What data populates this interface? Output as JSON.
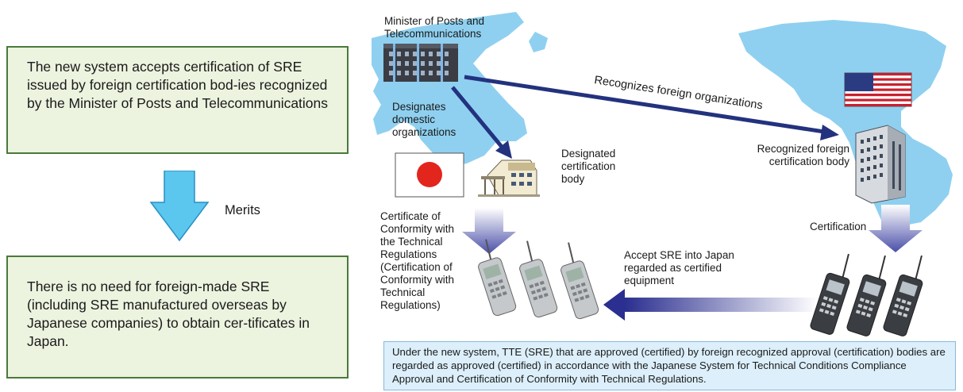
{
  "left": {
    "box_top_text": "The new system accepts certification of SRE issued by foreign certification bod-ies recognized by the Minister of Posts and Telecommunications",
    "merits_label": "Merits",
    "box_bottom_text": "There is no need for foreign-made SRE (including SRE manufactured overseas by Japanese companies) to obtain cer-tificates in Japan."
  },
  "diagram": {
    "minister_label": "Minister of Posts and Telecommunications",
    "recognizes_label": "Recognizes foreign organizations",
    "designates_label": "Designates domestic organizations",
    "designated_body_label": "Designated certification body",
    "recognized_body_label": "Recognized foreign certification body",
    "certificate_label": "Certificate of Conformity with the Technical Regulations (Certification of Conformity with Technical Regulations)",
    "certification_label": "Certification",
    "accept_label": "Accept SRE into Japan regarded as certified equipment",
    "note": "Under the new system, TTE (SRE) that are approved (certified) by foreign recognized approval (certification) bodies are regarded as approved (certified) in accordance with the Japanese System for Technical Conditions Compliance Approval and Certification of Conformity with Technical Regulations."
  },
  "colors": {
    "green_box_fill": "#ecf3df",
    "green_box_border": "#4a7a3a",
    "map_blue": "#8fd0f0",
    "arrow_navy": "#23327e",
    "down_arrow_fill": "#5bc6ee",
    "note_fill": "#dceffa"
  },
  "icons": [
    "ministry-building-icon",
    "japan-flag-icon",
    "usa-flag-icon",
    "certification-body-building-icon",
    "foreign-office-tower-icon",
    "mobile-phone-icon"
  ]
}
